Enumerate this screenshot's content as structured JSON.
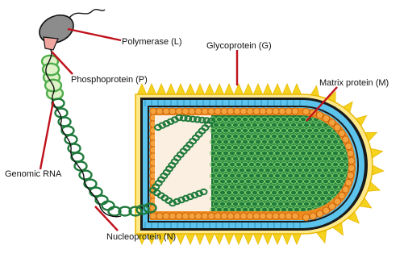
{
  "labels": {
    "polymerase": "Polymerase (L)",
    "glycoprotein": "Glycoprotein (G)",
    "matrix": "Matrix protein (M)",
    "phosphoprotein": "Phosphoprotein (P)",
    "genomic_rna": "Genomic RNA",
    "nucleoprotein": "Nucleoprotein (N)"
  },
  "colors": {
    "leader_line": "#c0121c",
    "glyco_spike": "#f5d21e",
    "envelope_blue": "#5cc4ec",
    "matrix_orange": "#f08a1c",
    "nucleocapsid": "#1f7a3c",
    "nucleocapsid_light": "#dff2c8",
    "polymerase": "#8c8c8c",
    "phosphoprotein": "#f0a7a0"
  }
}
